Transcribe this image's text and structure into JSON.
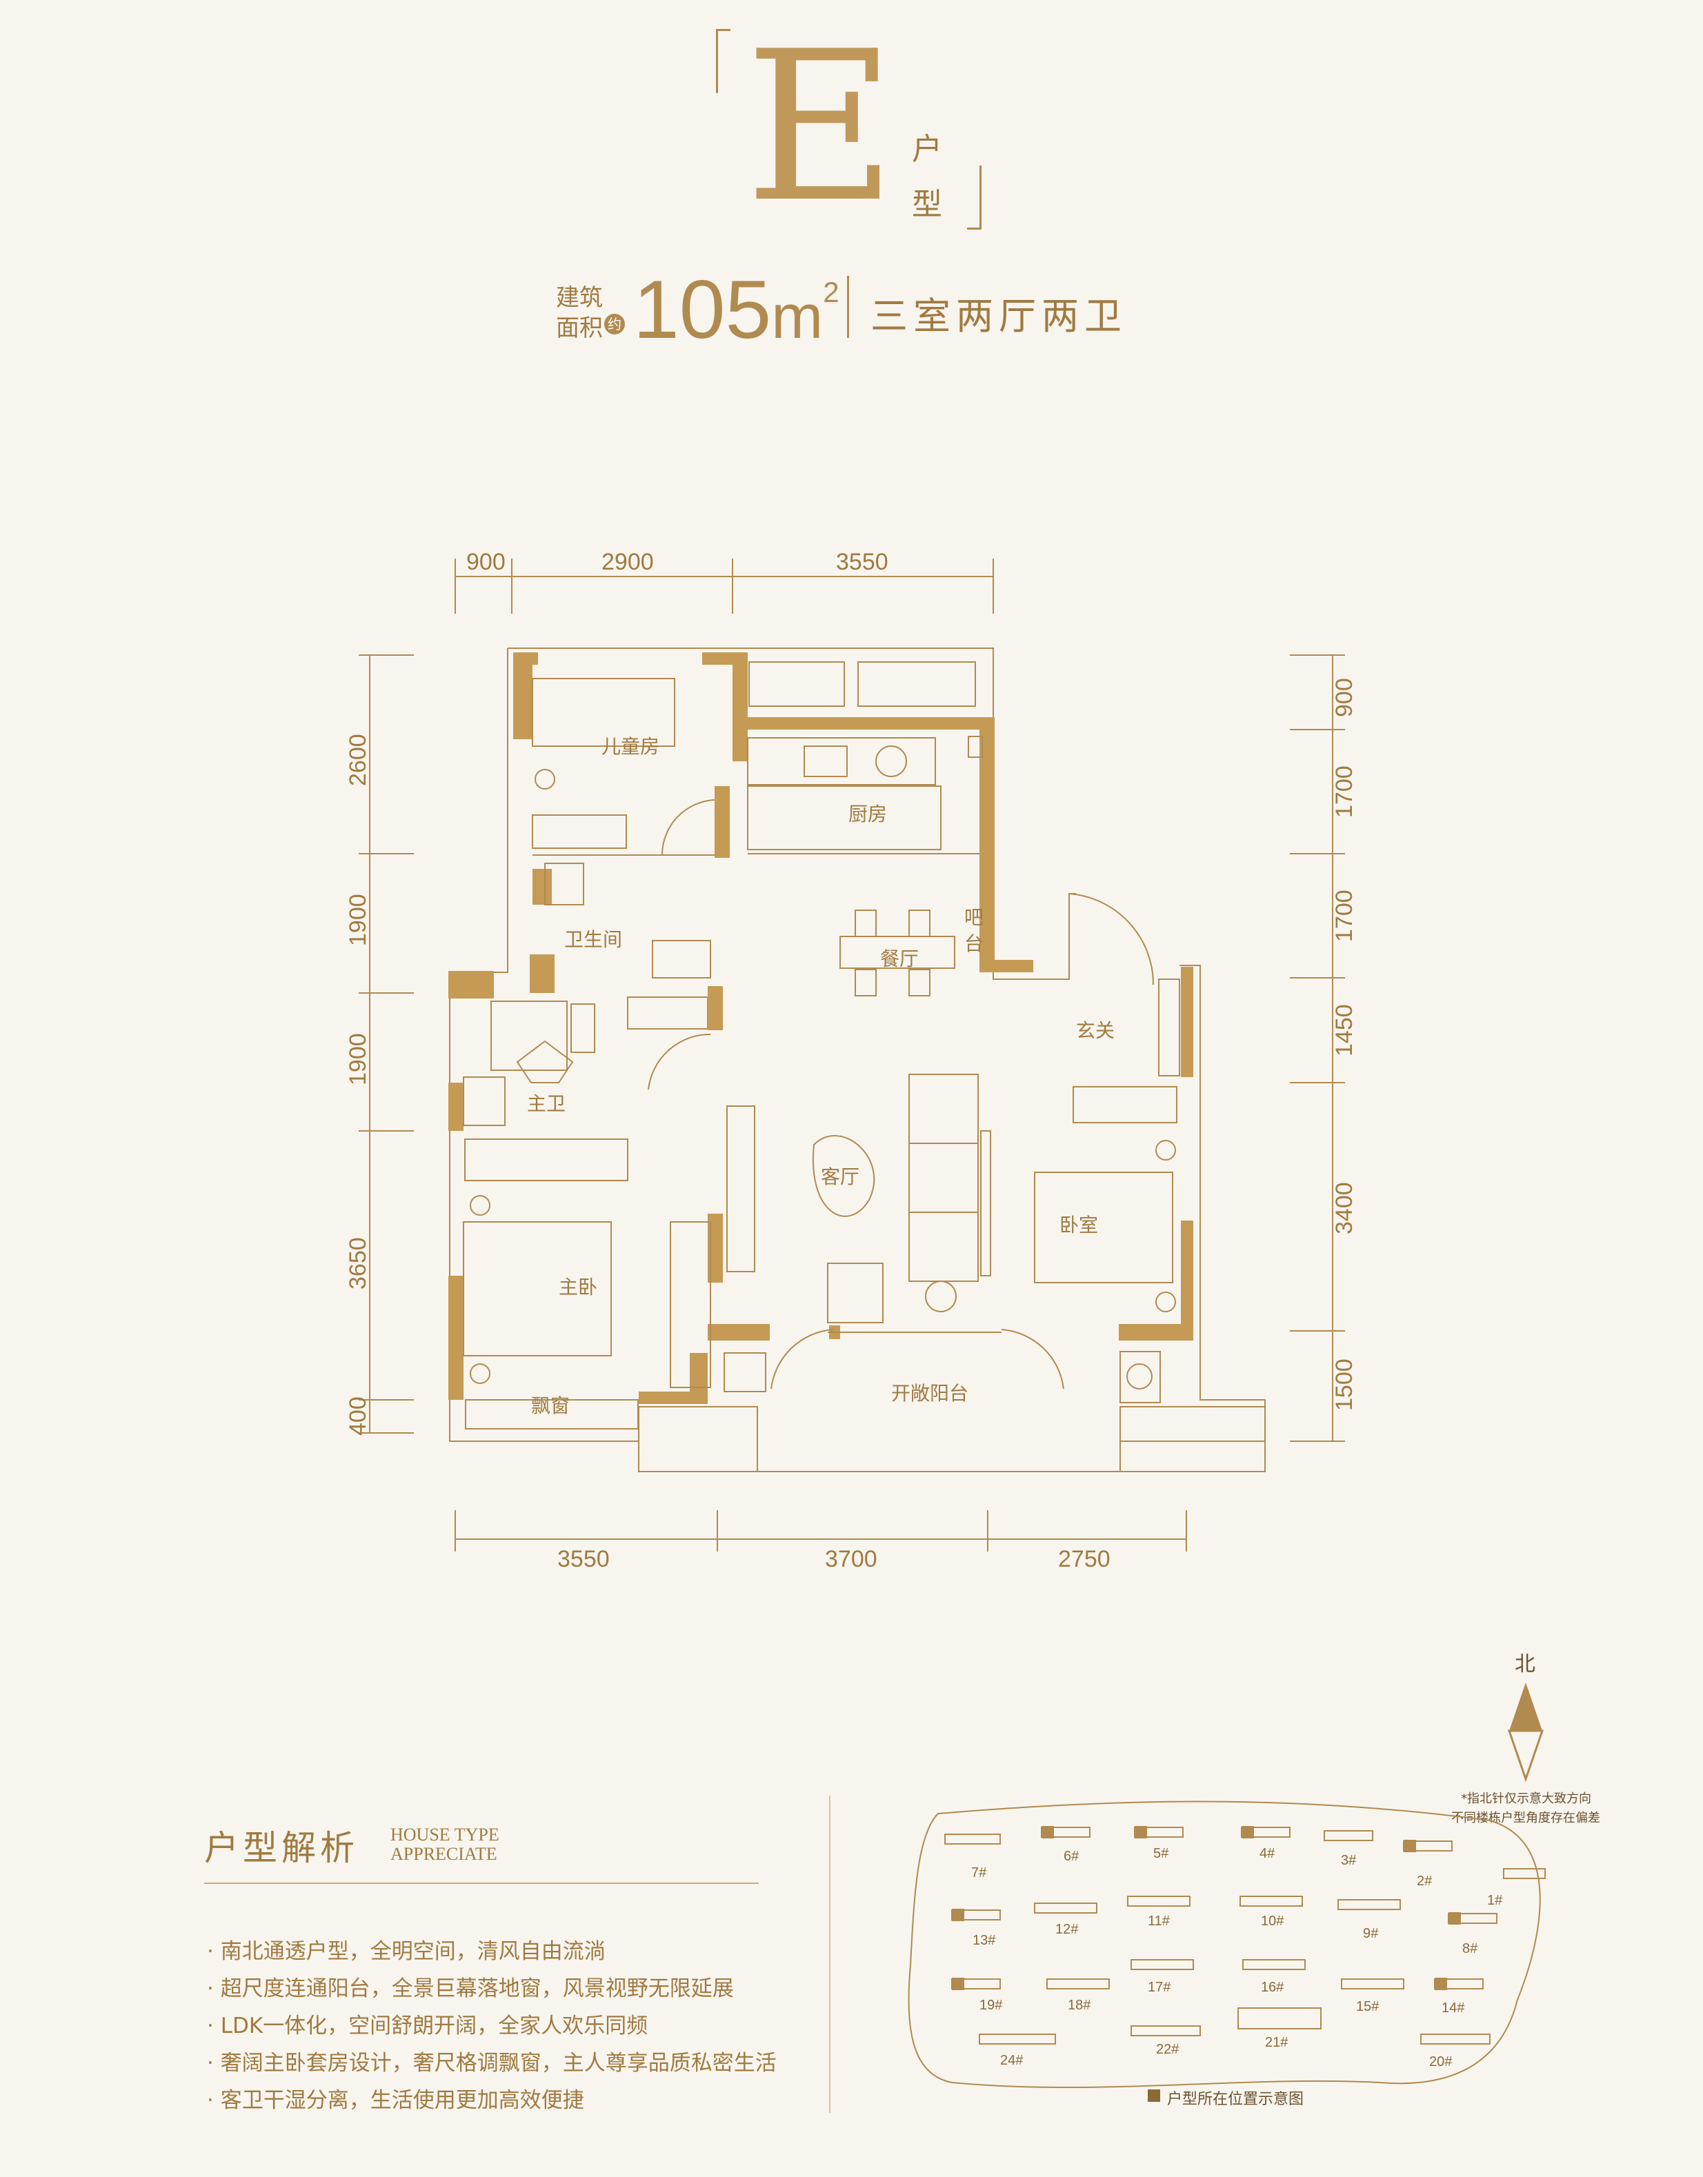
{
  "header": {
    "type_letter": "E",
    "type_suffix_1": "户",
    "type_suffix_2": "型",
    "area_label_1": "建筑",
    "area_label_2": "面积",
    "area_approx": "约",
    "area_value": "105",
    "area_unit": "m",
    "area_sup": "2",
    "layout": "三室两厅两卫"
  },
  "plan": {
    "rooms": {
      "children_room": "儿童房",
      "kitchen": "厨房",
      "bathroom": "卫生间",
      "dining": "餐厅",
      "bar_1": "吧",
      "bar_2": "台",
      "foyer": "玄关",
      "master_bath": "主卫",
      "living": "客厅",
      "bedroom": "卧室",
      "master_bedroom": "主卧",
      "bay_window": "飘窗",
      "balcony": "开敞阳台"
    },
    "dims_top": [
      "900",
      "2900",
      "3550"
    ],
    "dims_bottom": [
      "3550",
      "3700",
      "2750"
    ],
    "dims_left": [
      "2600",
      "1900",
      "1900",
      "3650",
      "400"
    ],
    "dims_right": [
      "900",
      "1700",
      "1700",
      "1450",
      "3400",
      "1500"
    ]
  },
  "compass": {
    "north": "北",
    "note_1": "*指北针仅示意大致方向",
    "note_2": "不同楼栋户型角度存在偏差"
  },
  "analysis": {
    "title": "户型解析",
    "title_en_1": "HOUSE TYPE",
    "title_en_2": "APPRECIATE",
    "features": [
      "· 南北通透户型，全明空间，清风自由流淌",
      "· 超尺度连通阳台，全景巨幕落地窗，风景视野无限延展",
      "· LDK一体化，空间舒朗开阔，全家人欢乐同频",
      "· 奢阔主卧套房设计，奢尺格调飘窗，主人尊享品质私密生活",
      "· 客卫干湿分离，生活使用更加高效便捷"
    ]
  },
  "site_map": {
    "legend": "户型所在位置示意图",
    "buildings": [
      "7#",
      "6#",
      "5#",
      "4#",
      "3#",
      "2#",
      "1#",
      "13#",
      "12#",
      "11#",
      "10#",
      "9#",
      "8#",
      "19#",
      "18#",
      "17#",
      "16#",
      "15#",
      "14#",
      "24#",
      "22#",
      "21#",
      "20#"
    ]
  },
  "colors": {
    "gold": "#b08a4f",
    "wall": "#c49a55",
    "background": "#f8f5ef"
  }
}
